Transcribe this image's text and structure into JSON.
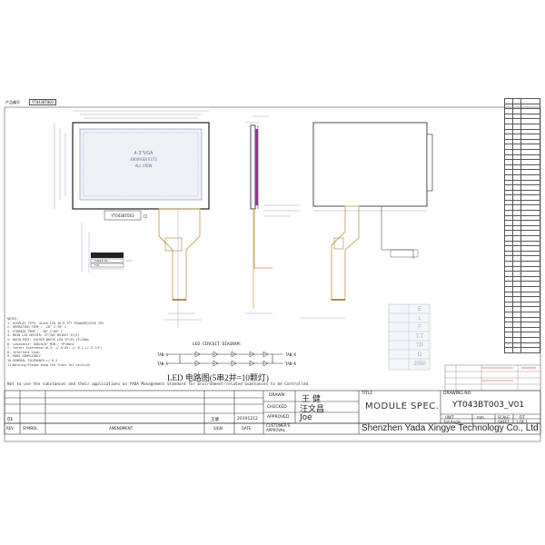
{
  "header": {
    "part_label": "产品编号",
    "part_number": "YT043BT003"
  },
  "lcd": {
    "size_text": "4.3\"VGA",
    "resolution_text": "480(RGB)X272",
    "view_text": "ALL VIEW",
    "fpc_label": "YT043BT003"
  },
  "fpc_detail": {
    "row1": "T4013 CR",
    "row2": "T4L"
  },
  "notes": {
    "title": "NOTES:",
    "lines": [
      "1. DISPLAY TYPE: 4inch LCD 16:9 TFT TRANSMISSIVE IPS",
      "2. OPERATING TEMP : -20° C~70° C",
      "3. STORAGE TEMP : -30° C~80° C",
      "4. MAIN LCD DRIVER: ST7282 NV3047 IC(F)",
      "5. BACKLIGHT: 10CHIP-WHITE LED VF=3V IF=20mA",
      "6. Luminance: 300cd/m² MIN / TP=None",
      "7. Center tolerance:+0.5: +/-0.05: +/-0.1 +/-0.2(F)",
      "8. Interface type:",
      "9. ROHS COMPLIANCY",
      "10.GENERAL TOLERANCE:+/-0.3",
      "11.Warning:Please keep the front for vertical"
    ]
  },
  "led": {
    "diagram_title": "LED CIRCUIT DIAGRAM:",
    "caption": "LED 电路图(5串2并=10颗灯)",
    "left_top": "TAN-A",
    "left_bottom": "TAN-A",
    "right_top": "TAN-K",
    "right_bottom": "TAN-K"
  },
  "warning": "Not to use the substances and their applications on YADA Management Standard for Environment-related Substances to be Controlled",
  "title_block": {
    "drawn_label": "DRAWN",
    "drawn_name": "王  健",
    "checked_label": "CHECKED",
    "checked_name": "汪文昌",
    "approved_label": "APPROVED",
    "approved_name": "Joe",
    "title_label": "TITLE",
    "title_value": "MODULE  SPEC.",
    "drawing_no_label": "DRAWING NO.",
    "drawing_no": "YT043BT003_V01",
    "unit_label": "UNIT",
    "unit_value": "mm",
    "scale_label": "SCALE",
    "scale_value": "FIT",
    "angle_label": "3rd Angle",
    "sheet_label": "SHEET",
    "sheet_value": "1 OF 1",
    "company": "Shenzhen Yada Xingye Technology Co., Ltd",
    "rev_value": "01",
    "rev_label": "REV.",
    "symbol_label": "SYMBOL",
    "amendment_label": "AMENDMENT",
    "sign_value": "王健",
    "sign_label": "SIGN",
    "date_value": "20191212",
    "date_label": "DATE",
    "customer_label": "CUSTOMER'S",
    "customer_label2": "APPROVAL"
  },
  "legend_table": {
    "rows": [
      "",
      "",
      "",
      "",
      "",
      "",
      ""
    ],
    "right": [
      "E",
      "L",
      "F",
      "T-T",
      "TP",
      "D",
      "2050"
    ]
  },
  "colors": {
    "line": "#333333",
    "fpc": "#c8a96a",
    "fpc_dark": "#8b6914",
    "dim": "#6a6aa8",
    "magenta": "#a0329a",
    "red": "#cc2222",
    "grey_lcd": "#dfe3e8"
  }
}
